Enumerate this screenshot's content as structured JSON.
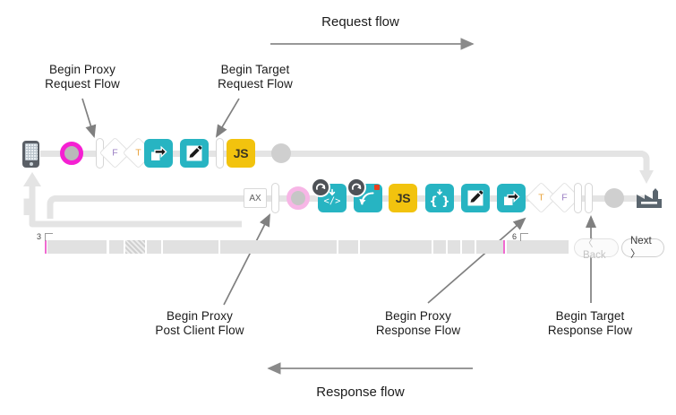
{
  "diagram": {
    "title_top": "Request flow",
    "title_bottom": "Response flow",
    "colors": {
      "teal": "#27b4c2",
      "yellow": "#f2c30e",
      "magenta": "#f520d2",
      "pale_pink": "#f7b6e6",
      "track": "#e4e4e4",
      "badge": "#4e5257",
      "factory": "#5a656e",
      "text": "#1b1b1b",
      "arrow": "#808080"
    },
    "annotations": [
      {
        "id": "begin-proxy-request-flow",
        "text": "Begin Proxy\nRequest Flow"
      },
      {
        "id": "begin-target-request-flow",
        "text": "Begin Target\nRequest Flow"
      },
      {
        "id": "begin-proxy-post-client-flow",
        "text": "Begin Proxy\nPost Client Flow"
      },
      {
        "id": "begin-proxy-response-flow",
        "text": "Begin Proxy\nResponse Flow"
      },
      {
        "id": "begin-target-response-flow",
        "text": "Begin Target\nResponse Flow"
      }
    ],
    "request_row": {
      "nodes": [
        {
          "name": "client-phone-icon",
          "type": "phone"
        },
        {
          "name": "proxy-request-flow-start-node",
          "type": "ring-magenta"
        },
        {
          "name": "flow-bar-1",
          "type": "pipe"
        },
        {
          "name": "condition-false-diamond-1",
          "type": "diamond",
          "label": "F"
        },
        {
          "name": "condition-true-diamond-1",
          "type": "diamond",
          "label": "T"
        },
        {
          "name": "assign-message-policy-1",
          "type": "tile-teal",
          "icon": "arrow-forward-icon"
        },
        {
          "name": "edit-policy-1",
          "type": "tile-teal",
          "icon": "pencil-icon"
        },
        {
          "name": "flow-bar-2",
          "type": "pipe"
        },
        {
          "name": "javascript-policy-1",
          "type": "tile-yellow",
          "label": "JS"
        },
        {
          "name": "endpoint-node-1",
          "type": "ring-plain"
        }
      ]
    },
    "response_row": {
      "nodes": [
        {
          "name": "ax-analytics-box",
          "type": "axbox",
          "label": "AX"
        },
        {
          "name": "flow-bar-3",
          "type": "pipe"
        },
        {
          "name": "post-client-flow-start-node",
          "type": "ring-pale-pink"
        },
        {
          "name": "xml-policy",
          "type": "tile-teal",
          "icon": "code-icon",
          "badge": "fault-rule-icon"
        },
        {
          "name": "raise-fault-policy",
          "type": "tile-teal",
          "icon": "curved-arrow-icon",
          "badge": "fault-rule-icon"
        },
        {
          "name": "javascript-policy-2",
          "type": "tile-yellow",
          "label": "JS"
        },
        {
          "name": "json-policy",
          "type": "tile-teal",
          "label": "{ }"
        },
        {
          "name": "edit-policy-2",
          "type": "tile-teal",
          "icon": "pencil-icon"
        },
        {
          "name": "assign-message-policy-2",
          "type": "tile-teal",
          "icon": "arrow-forward-icon"
        },
        {
          "name": "condition-true-diamond-2",
          "type": "diamond",
          "label": "T"
        },
        {
          "name": "condition-false-diamond-2",
          "type": "diamond",
          "label": "F"
        },
        {
          "name": "flow-bar-4",
          "type": "pipe"
        },
        {
          "name": "flow-bar-5",
          "type": "pipe"
        },
        {
          "name": "endpoint-node-2",
          "type": "ring-plain"
        },
        {
          "name": "target-server-factory-icon",
          "type": "factory"
        }
      ]
    }
  },
  "timeline": {
    "markers": [
      {
        "name": "marker-3",
        "label": "3"
      },
      {
        "name": "marker-6",
        "label": "6"
      }
    ],
    "nav": {
      "back_label": "〈 Back",
      "next_label": "Next 〉",
      "back_enabled": false,
      "next_enabled": true
    }
  }
}
